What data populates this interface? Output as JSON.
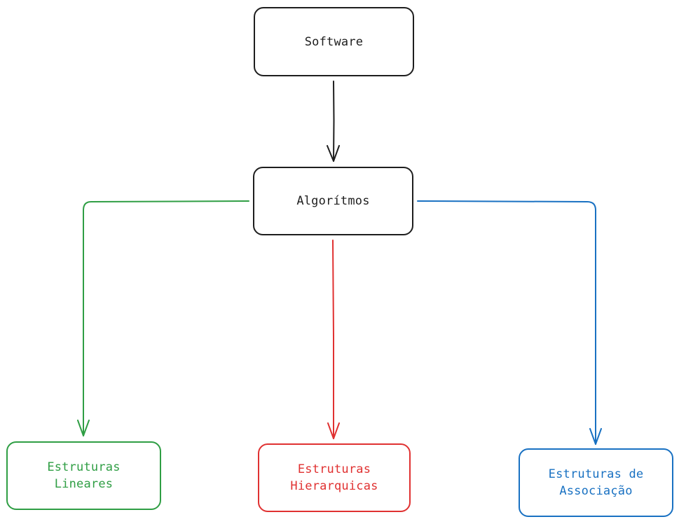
{
  "nodes": {
    "software": {
      "label": "Software"
    },
    "algoritmos": {
      "label": "Algorítmos"
    },
    "lineares": {
      "line1": "Estruturas",
      "line2": "Lineares"
    },
    "hierarquicas": {
      "line1": "Estruturas",
      "line2": "Hierarquicas"
    },
    "associacao": {
      "line1": "Estruturas de",
      "line2": "Associação"
    }
  },
  "colors": {
    "default": "#1e1e1e",
    "green": "#2f9e44",
    "red": "#e03131",
    "blue": "#1971c2"
  }
}
